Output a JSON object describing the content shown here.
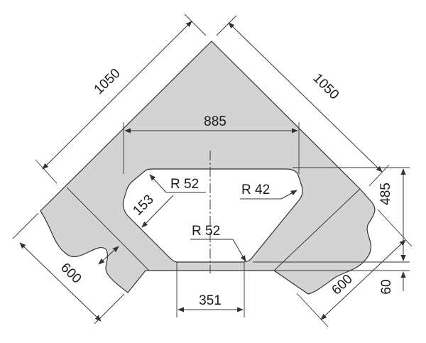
{
  "dimensions": {
    "left_edge_length": "1050",
    "right_edge_length": "1050",
    "bowl_width": "885",
    "bowl_depth": "485",
    "left_wing_width": "600",
    "right_wing_width": "600",
    "front_offset": "60",
    "front_bowl_width": "351",
    "bowl_corner_diagonal": "153"
  },
  "radii": {
    "top_left": "R 52",
    "top_right": "R 42",
    "bottom": "R 52"
  },
  "colors": {
    "sink_fill": "#d3d3d3",
    "bowl_fill": "#ffffff",
    "line": "#333333"
  }
}
